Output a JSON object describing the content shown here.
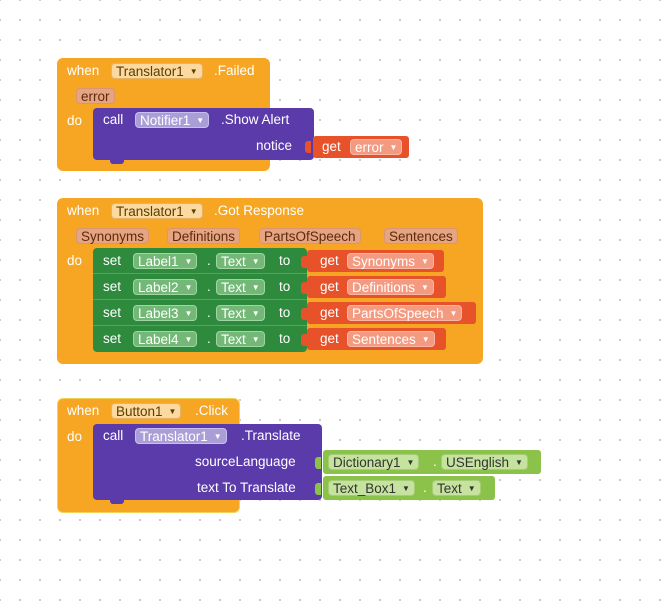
{
  "colors": {
    "event": "#f6a623",
    "procedure": "#5b3aa9",
    "setter": "#2e8b3d",
    "getter": "#e8522a",
    "component": "#8bc34a"
  },
  "block1": {
    "when": "when",
    "component": "Translator1",
    "event": ".Failed",
    "param": "error",
    "do": "do",
    "call": "call",
    "target": "Notifier1",
    "method": ".Show Alert",
    "arg_label": "notice",
    "get": "get",
    "get_var": "error"
  },
  "block2": {
    "when": "when",
    "component": "Translator1",
    "event": ".Got Response",
    "params": [
      "Synonyms",
      "Definitions",
      "PartsOfSpeech",
      "Sentences"
    ],
    "do": "do",
    "rows": [
      {
        "set": "set",
        "label": "Label1",
        "dot": ".",
        "prop": "Text",
        "to": "to",
        "get": "get",
        "var": "Synonyms"
      },
      {
        "set": "set",
        "label": "Label2",
        "dot": ".",
        "prop": "Text",
        "to": "to",
        "get": "get",
        "var": "Definitions"
      },
      {
        "set": "set",
        "label": "Label3",
        "dot": ".",
        "prop": "Text",
        "to": "to",
        "get": "get",
        "var": "PartsOfSpeech"
      },
      {
        "set": "set",
        "label": "Label4",
        "dot": ".",
        "prop": "Text",
        "to": "to",
        "get": "get",
        "var": "Sentences"
      }
    ]
  },
  "block3": {
    "when": "when",
    "component": "Button1",
    "event": ".Click",
    "do": "do",
    "call": "call",
    "target": "Translator1",
    "method": ".Translate",
    "arg1_label": "sourceLanguage",
    "arg1_component": "Dictionary1",
    "arg1_dot": ".",
    "arg1_value": "USEnglish",
    "arg2_label": "text To Translate",
    "arg2_component": "Text_Box1",
    "arg2_dot": ".",
    "arg2_value": "Text"
  }
}
